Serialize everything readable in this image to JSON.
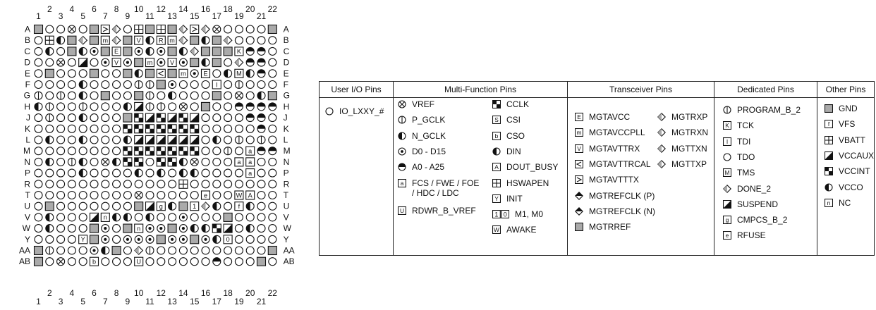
{
  "pinmap": {
    "columns": [
      "1",
      "2",
      "3",
      "4",
      "5",
      "6",
      "7",
      "8",
      "9",
      "10",
      "11",
      "12",
      "13",
      "14",
      "15",
      "16",
      "17",
      "18",
      "19",
      "20",
      "21",
      "22"
    ],
    "rows": [
      "A",
      "B",
      "C",
      "D",
      "E",
      "F",
      "G",
      "H",
      "J",
      "K",
      "L",
      "M",
      "N",
      "P",
      "R",
      "T",
      "U",
      "V",
      "W",
      "Y",
      "AA",
      "AB"
    ],
    "grid": [
      "G O O X O G > D O H G H G D > D X O O O O G",
      "O H N G D G m D G V N R m D G N G D O O O O",
      "O N O G N T G E G T N T G N D G G G K B B O",
      "O O X O Z O T V T G m T V T G N G O D B B O",
      "O G O O O G O O G N G < G m T E O N M N B O",
      "O O O O N O O O O P P G T O O O I O P O O O",
      "P O P O N O G O O G P O N O O O G O X O N G",
      "N P O O P O O O N Z P P O X O G O O B B B B",
      "O P O O N O O O G C Z C Z C Z O O O O B B O",
      "O O O O O O O O C C C C C C C O O O O O B O",
      "O N O O N O O O N Z Z Z Z Z Z O N O P O P O",
      "O O O O O O O O C C C C C C C O O P O a B B",
      "O N O P N O X N C C O C C N X O O O a a O O",
      "O O O O N O O O O N O N O N N O O O O a O O",
      "O O O O O O O O O O O O O H O O O O O O O O",
      "O O O O O O O O O X O O O O O e O O W A O O",
      "O G O O O O O O O G Z g N G 1 D N O f N O O",
      "O N O O O Z n N N O N O O T O O O G O O O O",
      "O N O O O G T O G n T T G T N N C Z O N O O",
      "O O O O Y G T O T T T G T T G T N 0 O O O O",
      "G P O O O T N G O D P O O O O O O O O O O G",
      "G O X O O b O O O U O O O O O O B O O O G O"
    ]
  },
  "legend": {
    "user_io": {
      "title": "User I/O Pins",
      "items": [
        {
          "sym": "O",
          "label": "IO_LXXY_#"
        }
      ]
    },
    "multi_function": {
      "title": "Multi-Function Pins",
      "items_left": [
        {
          "sym": "X",
          "label": "VREF"
        },
        {
          "sym": "P",
          "label": "P_GCLK"
        },
        {
          "sym": "N",
          "label": "N_GCLK"
        },
        {
          "sym": "T",
          "label": "D0 - D15"
        },
        {
          "sym": "B",
          "label": "A0 - A25"
        },
        {
          "sym": "a",
          "label": "FCS / FWE / FOE\n/ HDC / LDC"
        },
        {
          "sym": "U",
          "label": "RDWR_B_VREF"
        }
      ],
      "items_right": [
        {
          "sym": "C",
          "label": "CCLK"
        },
        {
          "sym": "S",
          "label": "CSI"
        },
        {
          "sym": "b",
          "label": "CSO"
        },
        {
          "sym": "N",
          "label": "DIN"
        },
        {
          "sym": "A",
          "label": "DOUT_BUSY"
        },
        {
          "sym": "H",
          "label": "HSWAPEN"
        },
        {
          "sym": "Y",
          "label": "INIT"
        },
        {
          "sym": "10",
          "label": "M1, M0"
        },
        {
          "sym": "W",
          "label": "AWAKE"
        }
      ]
    },
    "transceiver": {
      "title": "Transceiver Pins",
      "items_left": [
        {
          "sym": "E",
          "label": "MGTAVCC"
        },
        {
          "sym": "m",
          "label": "MGTAVCCPLL"
        },
        {
          "sym": "V",
          "label": "MGTAVTTRX"
        },
        {
          "sym": "<",
          "label": "MGTAVTTRCAL"
        },
        {
          "sym": ">",
          "label": "MGTAVTTTX"
        },
        {
          "sym": "RP",
          "label": "MGTREFCLK (P)"
        },
        {
          "sym": "RN",
          "label": "MGTREFCLK (N)"
        },
        {
          "sym": "G",
          "label": "MGTRREF"
        }
      ],
      "items_right": [
        {
          "sym": "D",
          "label": "MGTRXP"
        },
        {
          "sym": "D",
          "label": "MGTRXN"
        },
        {
          "sym": "D",
          "label": "MGTTXN"
        },
        {
          "sym": "D",
          "label": "MGTTXP"
        }
      ]
    },
    "dedicated": {
      "title": "Dedicated Pins",
      "items": [
        {
          "sym": "P",
          "label": "PROGRAM_B_2"
        },
        {
          "sym": "K",
          "label": "TCK"
        },
        {
          "sym": "I",
          "label": "TDI"
        },
        {
          "sym": "O",
          "label": "TDO"
        },
        {
          "sym": "M",
          "label": "TMS"
        },
        {
          "sym": "D",
          "label": "DONE_2"
        },
        {
          "sym": "Z",
          "label": "SUSPEND"
        },
        {
          "sym": "g",
          "label": "CMPCS_B_2"
        },
        {
          "sym": "e",
          "label": "RFUSE"
        }
      ]
    },
    "other": {
      "title": "Other Pins",
      "items": [
        {
          "sym": "G",
          "label": "GND"
        },
        {
          "sym": "f",
          "label": "VFS"
        },
        {
          "sym": "H",
          "label": "VBATT"
        },
        {
          "sym": "Z",
          "label": "VCCAUX"
        },
        {
          "sym": "C",
          "label": "VCCINT"
        },
        {
          "sym": "N",
          "label": "VCCO"
        },
        {
          "sym": "n",
          "label": "NC"
        }
      ]
    }
  }
}
